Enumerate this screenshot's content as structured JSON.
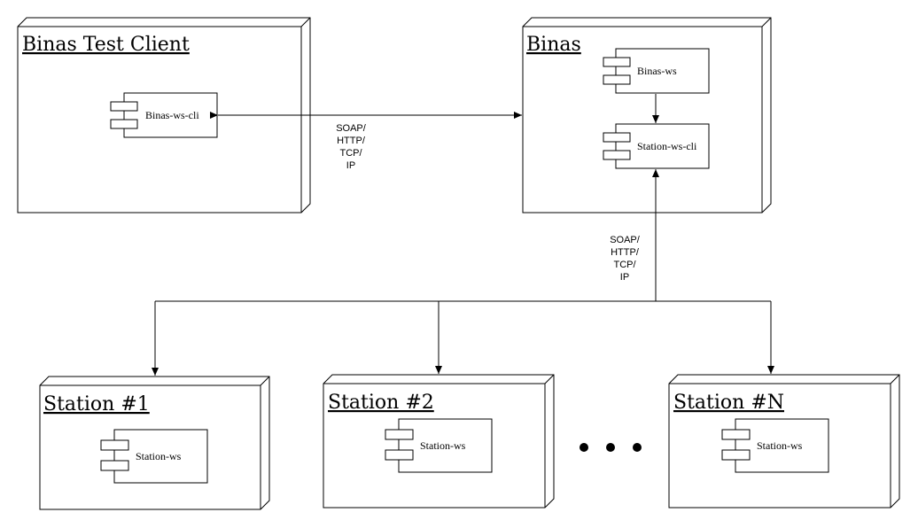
{
  "nodes": {
    "client": {
      "title": "Binas Test Client",
      "component": "Binas-ws-cli"
    },
    "binas": {
      "title": "Binas",
      "component_ws": "Binas-ws",
      "component_cli": "Station-ws-cli"
    },
    "station1": {
      "title": "Station #1",
      "component": "Station-ws"
    },
    "station2": {
      "title": "Station #2",
      "component": "Station-ws"
    },
    "stationN": {
      "title": "Station #N",
      "component": "Station-ws"
    }
  },
  "protocol_labels": {
    "client_binas": [
      "SOAP/",
      "HTTP/",
      "TCP/",
      "IP"
    ],
    "binas_stations": [
      "SOAP/",
      "HTTP/",
      "TCP/",
      "IP"
    ]
  }
}
